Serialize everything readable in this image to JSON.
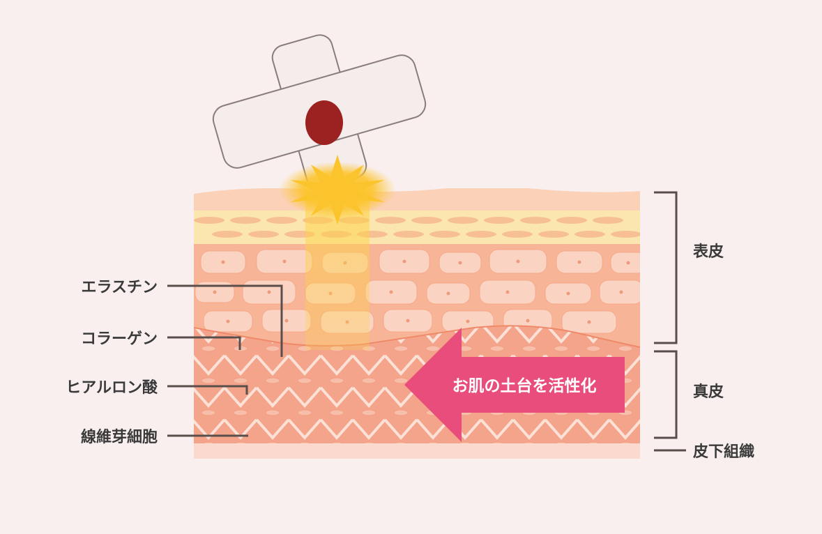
{
  "diagram": {
    "arrow_label": "お肌の土台を活性化",
    "left_labels": {
      "elastin": "エラスチン",
      "collagen": "コラーゲン",
      "hyaluronic_acid": "ヒアルロン酸",
      "fibroblast": "線維芽細胞"
    },
    "right_labels": {
      "epidermis": "表皮",
      "dermis": "真皮",
      "subcutaneous": "皮下組織"
    }
  },
  "colors": {
    "background": "#f9efef",
    "patch": "#f5ecec",
    "patch_dot": "#9c2121",
    "burst": "#fcc42c",
    "arrow": "#e84d7b",
    "epidermis_cells": "#f8b496",
    "dermis": "#f4a48a",
    "subcutaneous": "#fbd9cf",
    "label_text": "#3a3a3a",
    "bracket": "#5a4e4a"
  }
}
